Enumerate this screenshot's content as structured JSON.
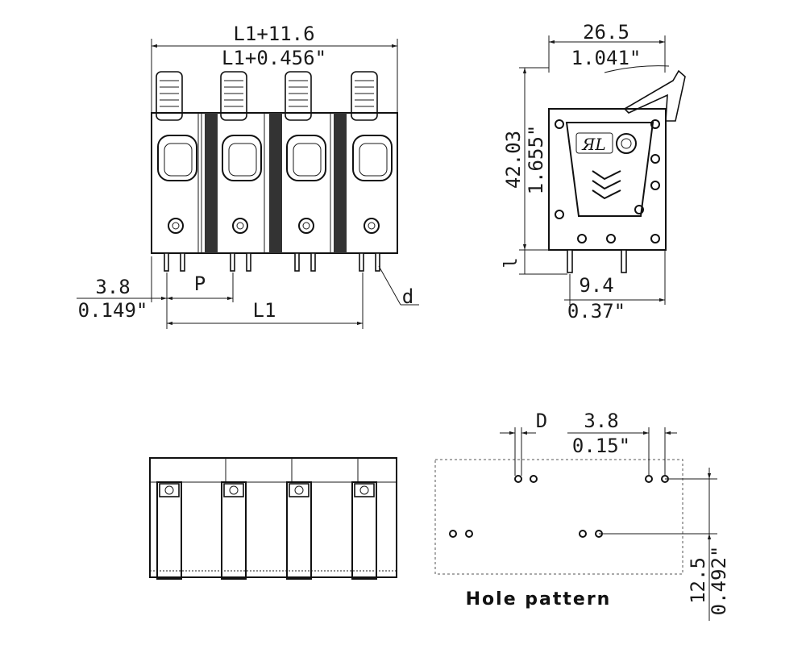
{
  "front_view": {
    "overall_width_mm": "L1+11.6",
    "overall_width_in": "L1+0.456\"",
    "offset_mm": "3.8",
    "offset_in": "0.149\"",
    "pitch_label": "P",
    "length_label": "L1",
    "pin_label": "d"
  },
  "side_view": {
    "depth_mm": "26.5",
    "depth_in": "1.041\"",
    "height_mm": "42.03",
    "height_in": "1.655\"",
    "pin_length_label": "l",
    "pin_spacing_mm": "9.4",
    "pin_spacing_in": "0.37\""
  },
  "hole_pattern": {
    "title": "Hole pattern",
    "hole_label": "D",
    "pitch_mm": "3.8",
    "pitch_in": "0.15\"",
    "row_spacing_mm": "12.5",
    "row_spacing_in": "0.492\""
  },
  "colors": {
    "ink": "#1a1a1a",
    "background": "#ffffff"
  }
}
